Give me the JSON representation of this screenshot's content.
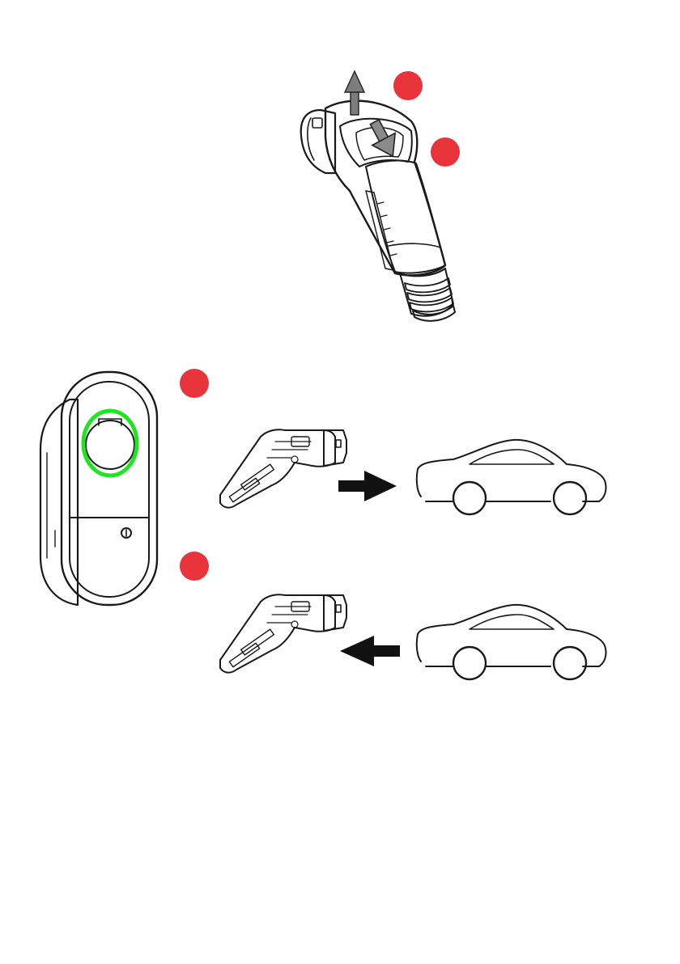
{
  "colors": {
    "step_marker": "#e8343a",
    "highlight_ring": "#1fe51f",
    "outline": "#1a1a1a",
    "handle_dark": "#6e6e6e",
    "handle_light": "#e6e6e6",
    "background": "#ffffff"
  },
  "figure": {
    "panels": [
      {
        "id": "release-plug",
        "markers": 2,
        "arrows": [
          "up",
          "down"
        ]
      },
      {
        "id": "wall-charger",
        "highlight": "socket-ring"
      },
      {
        "id": "plug-into-car",
        "arrow": "right"
      },
      {
        "id": "unplug-from-car",
        "arrow": "left"
      }
    ]
  }
}
